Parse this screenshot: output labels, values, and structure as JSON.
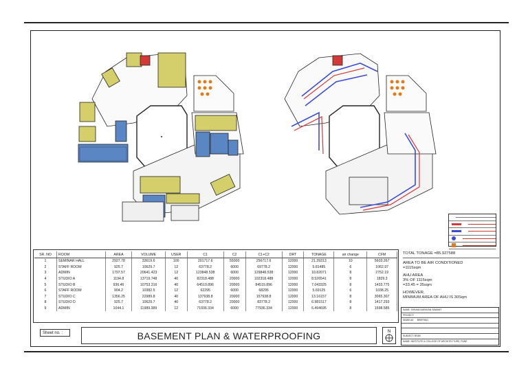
{
  "title": "BASEMENT PLAN & WATERPROOFING",
  "sheet_label": "Sheet no. :",
  "north_label": "N",
  "columns": [
    "SR. NO",
    "ROOM",
    "AREA",
    "VOLUME",
    "USER",
    "C1",
    "C2",
    "C1+C2",
    "DRT",
    "TONAGE",
    "air change",
    "CFM"
  ],
  "rows": [
    [
      "1",
      "SEMINAR HALL",
      "2927.78",
      "33619.6",
      "100",
      "201717.6",
      "55000",
      "256717.6",
      "12000",
      "21.39313",
      "10",
      "5603.267"
    ],
    [
      "2",
      "STAFF ROOM",
      "925.7",
      "10629.7",
      "12",
      "63778.2",
      "6000",
      "69778.2",
      "12000",
      "5.81485",
      "6",
      "1062.97"
    ],
    [
      "3",
      "ADMIN",
      "1797.57",
      "20641.423",
      "12",
      "123848.538",
      "6000",
      "129848.538",
      "12000",
      "10.82071",
      "8",
      "2752.19"
    ],
    [
      "4",
      "STUDIO A",
      "1194.8",
      "13719.748",
      "40",
      "82318.488",
      "20000",
      "102318.488",
      "12000",
      "8.526541",
      "8",
      "1829.3"
    ],
    [
      "5",
      "STUDIO B",
      "936.46",
      "10753.316",
      "40",
      "64519.896",
      "20000",
      "84519.896",
      "12000",
      "7.043325",
      "8",
      "1433.775"
    ],
    [
      "6",
      "STAFF ROOM",
      "904.2",
      "10382.5",
      "12",
      "62295",
      "6000",
      "68295",
      "12000",
      "5.69125",
      "6",
      "1038.25"
    ],
    [
      "7",
      "STUDIO C",
      "1356.25",
      "22989.8",
      "40",
      "137938.8",
      "20000",
      "157938.8",
      "12000",
      "13.16157",
      "8",
      "3065.307"
    ],
    [
      "8",
      "STUDIO D",
      "925.7",
      "10629.7",
      "40",
      "63778.2",
      "20000",
      "83778.2",
      "12000",
      "6.981517",
      "8",
      "1417.293"
    ],
    [
      "9",
      "ADMIN",
      "1044.1",
      "11989.389",
      "12",
      "71936.334",
      "6000",
      "77936.334",
      "12000",
      "6.494695",
      "8",
      "1598.585"
    ]
  ],
  "notes": {
    "total": "TOTAL TONAGE =85.927588",
    "ac_line1": "AREA TO BE AIR CONDITIONED",
    "ac_line2": "=1115sqm",
    "ahu_line1": "AHU AREA",
    "ahu_line2": "3% OF 1115sqm",
    "ahu_line3": "=33.45 = 35sqm",
    "however_line1": "HOWEVER,",
    "however_line2": "MINIMUM AREA OF AHU IS 30Sqm"
  },
  "title_block": {
    "name": "NAME: SHIVAM NARAYAN SAWANT",
    "project": "PROJECT:",
    "drawn": "NDWK.dd",
    "drawing_title": "BRIEFING",
    "subject": "SUBJECT: BS3B",
    "college": "NAME: INSTITUTE & COLLEGE OF ARCHITECTURE, PUNE"
  },
  "colors": {
    "blue": "#5b86c4",
    "yellow": "#d4cf6a",
    "red": "#d23a3a",
    "orange": "#e07a1a",
    "duct": "#3b4bd8"
  }
}
